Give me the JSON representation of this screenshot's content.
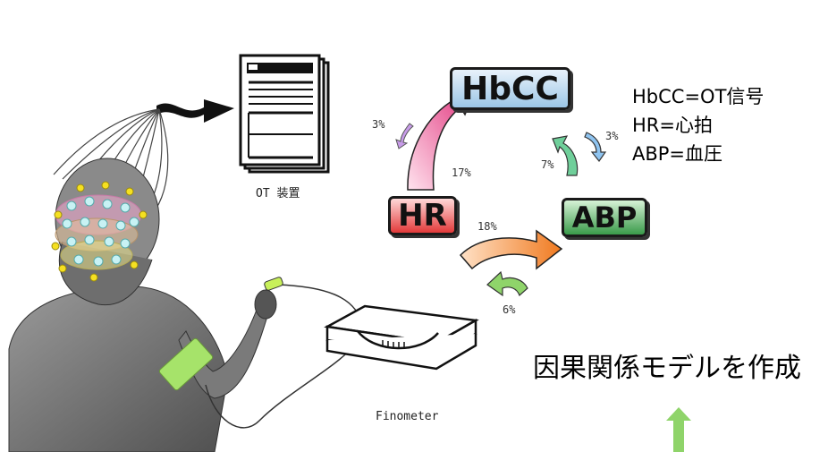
{
  "nodes": {
    "hbcc": "HbCC",
    "hr": "HR",
    "abp": "ABP"
  },
  "legend": [
    "HbCC=OT信号",
    "HR=心拍",
    "ABP=血圧"
  ],
  "percentages": {
    "hbcc_to_hr": "3%",
    "hr_to_hbcc": "17%",
    "abp_to_hbcc": "7%",
    "hbcc_to_abp": "3%",
    "hr_to_abp": "18%",
    "abp_to_hr": "6%"
  },
  "captions": {
    "ot_device": "OT 装置",
    "finometer": "Finometer"
  },
  "model_label": "因果関係モデルを作成",
  "colors": {
    "hbcc_box": "#9cc6e6",
    "hr_box": "#e23a3a",
    "abp_box": "#3a9a4a",
    "pink_arrow": "#e0307a",
    "orange_arrow": "#f07a20",
    "green_arrow": "#8fd46a",
    "figure_gray": "#6e6e6e",
    "armband": "#a6e36a"
  }
}
